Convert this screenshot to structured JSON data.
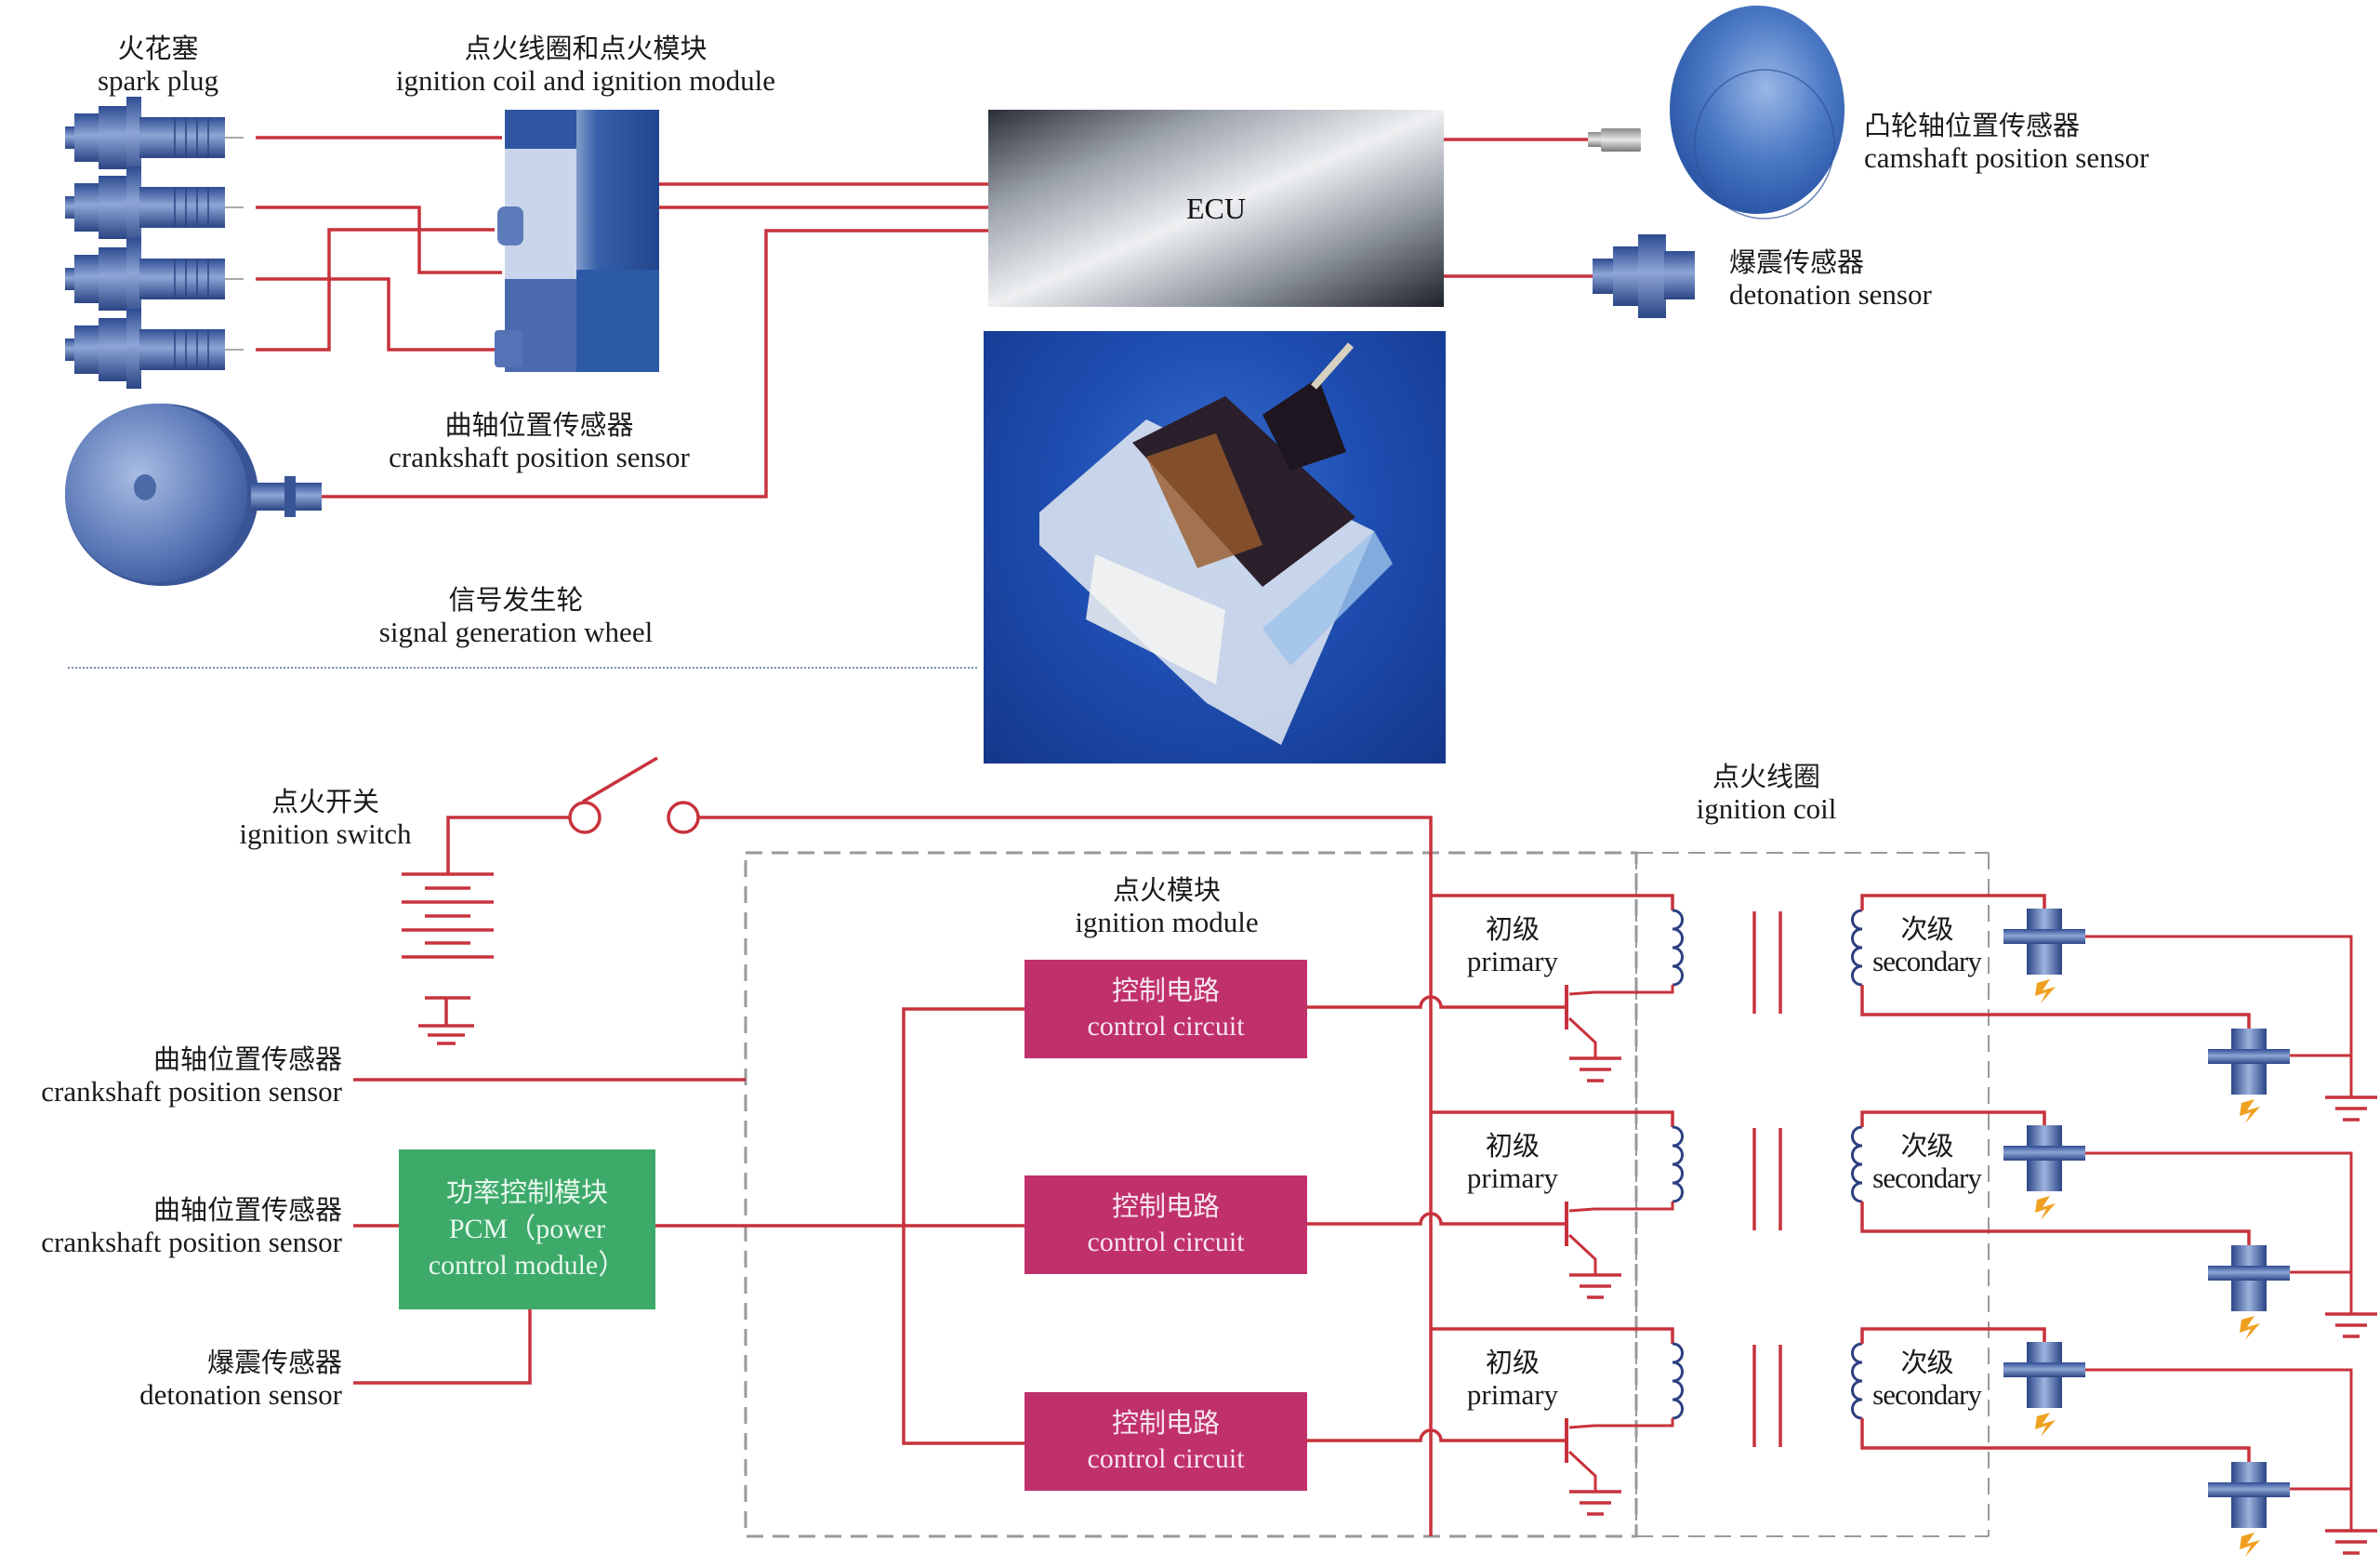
{
  "top_section": {
    "spark_plug": {
      "zh": "火花塞",
      "en": "spark plug",
      "count": 4
    },
    "coil_module": {
      "zh": "点火线圈和点火模块",
      "en": "ignition coil and ignition module"
    },
    "ecu": {
      "label": "ECU"
    },
    "camshaft_sensor": {
      "zh": "凸轮轴位置传感器",
      "en": "camshaft position sensor"
    },
    "detonation_sensor": {
      "zh": "爆震传感器",
      "en": "detonation sensor"
    },
    "crankshaft_sensor": {
      "zh": "曲轴位置传感器",
      "en": "crankshaft position sensor"
    },
    "signal_wheel": {
      "zh": "信号发生轮",
      "en": "signal generation wheel"
    },
    "photo": {
      "subject": "ignition module photo"
    }
  },
  "bottom_section": {
    "ignition_switch": {
      "zh": "点火开关",
      "en": "ignition switch"
    },
    "ignition_module": {
      "zh": "点火模块",
      "en": "ignition module"
    },
    "ignition_coil": {
      "zh": "点火线圈",
      "en": "ignition coil"
    },
    "inputs": [
      {
        "zh": "曲轴位置传感器",
        "en": "crankshaft position sensor"
      },
      {
        "zh": "曲轴位置传感器",
        "en": "crankshaft position sensor"
      },
      {
        "zh": "爆震传感器",
        "en": "detonation sensor"
      }
    ],
    "pcm": {
      "zh": "功率控制模块",
      "en_line1": "PCM（power",
      "en_line2": "control module）"
    },
    "control_circuits": [
      {
        "zh": "控制电路",
        "en": "control circuit"
      },
      {
        "zh": "控制电路",
        "en": "control circuit"
      },
      {
        "zh": "控制电路",
        "en": "control circuit"
      }
    ],
    "coil_units": [
      {
        "primary_zh": "初级",
        "primary_en": "primary",
        "secondary_zh": "次级",
        "secondary_en": "secondary"
      },
      {
        "primary_zh": "初级",
        "primary_en": "primary",
        "secondary_zh": "次级",
        "secondary_en": "secondary"
      },
      {
        "primary_zh": "初级",
        "primary_en": "primary",
        "secondary_zh": "次级",
        "secondary_en": "secondary"
      }
    ]
  },
  "colors": {
    "wire": "#c8323c",
    "component_blue": "#3d5fa8",
    "control_circuit": "#c0306b",
    "pcm": "#3daa6a",
    "dashed_border": "#999999",
    "spark": "#f0a020"
  }
}
